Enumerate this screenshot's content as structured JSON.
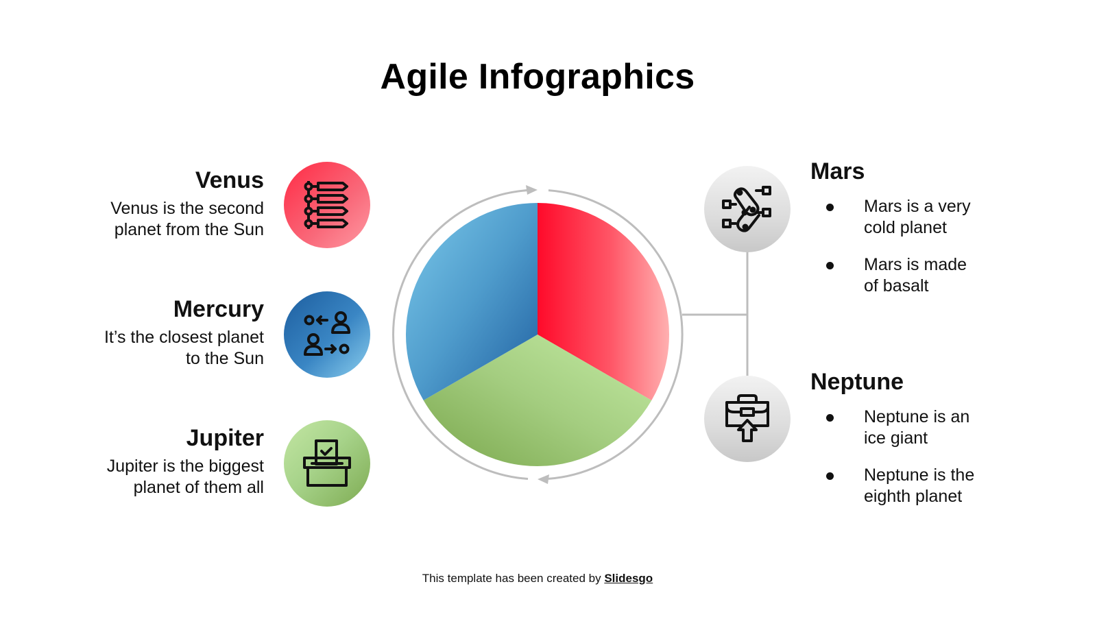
{
  "slide": {
    "title": "Agile Infographics",
    "footer": {
      "text": "This template has been created by ",
      "link": "Slidesgo"
    }
  },
  "left_items": [
    {
      "title": "Venus",
      "desc_line1": "Venus is the second",
      "desc_line2": "planet from the Sun",
      "icon": "timeline-list-icon",
      "color": "#ff2a44"
    },
    {
      "title": "Mercury",
      "desc_line1": "It’s the closest planet",
      "desc_line2": "to the Sun",
      "icon": "user-exchange-icon",
      "color": "#2f7bbf"
    },
    {
      "title": "Jupiter",
      "desc_line1": "Jupiter is the biggest",
      "desc_line2": "planet of them all",
      "icon": "ballot-box-icon",
      "color": "#9dcc7c"
    }
  ],
  "right_items": [
    {
      "title": "Mars",
      "bullets": [
        "Mars is a very cold planet",
        "Mars is made of basalt"
      ],
      "bullet_lines": [
        [
          "Mars is a very",
          "cold planet"
        ],
        [
          "Mars is made",
          "of basalt"
        ]
      ],
      "icon": "workflow-nodes-icon"
    },
    {
      "title": "Neptune",
      "bullets": [
        "Neptune is an ice giant",
        "Neptune is the eighth planet"
      ],
      "bullet_lines": [
        [
          "Neptune is an",
          "ice giant"
        ],
        [
          "Neptune is the",
          "eighth planet"
        ]
      ],
      "icon": "briefcase-upload-icon"
    }
  ],
  "chart_data": {
    "type": "pie",
    "title": "",
    "categories": [
      "Red segment",
      "Green segment",
      "Blue segment"
    ],
    "values": [
      33.3,
      33.3,
      33.3
    ],
    "colors": [
      "#ff2a44",
      "#a9d68b",
      "#3d88c6"
    ],
    "start_angle_deg": 0,
    "direction": "clockwise",
    "cycle_ring": true,
    "legend": "none"
  },
  "colors": {
    "ring": "#bdbdbd",
    "connector": "#bdbdbd",
    "text": "#111111"
  }
}
